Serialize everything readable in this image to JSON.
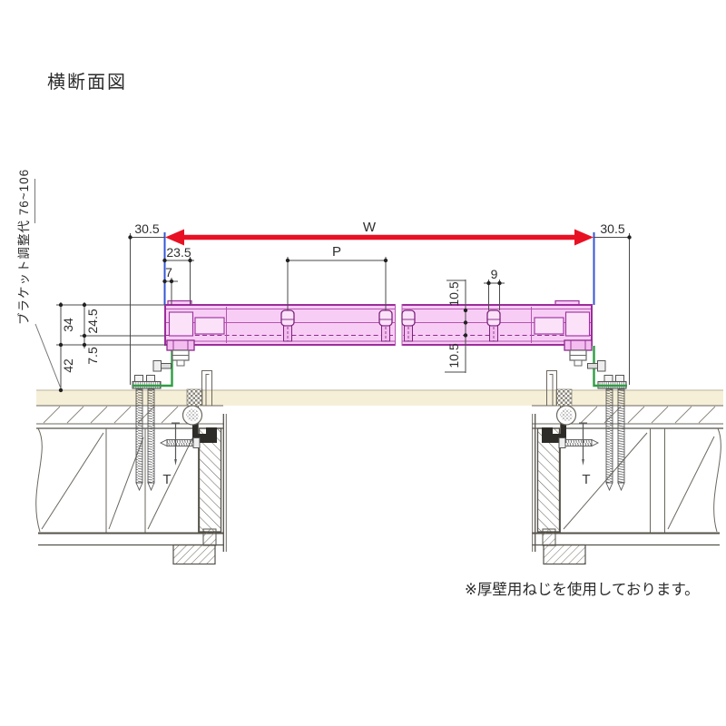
{
  "title": "横断面図",
  "note": "※厚壁用ねじを使用しております。",
  "side_label": "ブラケット調整代 76~106",
  "dimensions": {
    "w_label": "W",
    "p_label": "P",
    "left_offset": "30.5",
    "right_offset": "30.5",
    "bracket_inset": "23.5",
    "edge_gap": "7",
    "clip_width": "9",
    "rail_upper": "10.5",
    "rail_lower": "10.5",
    "unit_height": "34",
    "unit_upper": "24.5",
    "unit_lower": "7.5",
    "clearance": "42"
  },
  "wall_labels": {
    "left_t": "T",
    "right_t": "T"
  },
  "colors": {
    "unit_fill": "#f8cdf5",
    "unit_fill_light": "#fbe2f9",
    "unit_stroke": "#9c2d9c",
    "bracket_green": "#2f9e44",
    "dimension_red": "#e81123",
    "extent_blue": "#3556d4",
    "wall_cream": "#f6efd8"
  }
}
